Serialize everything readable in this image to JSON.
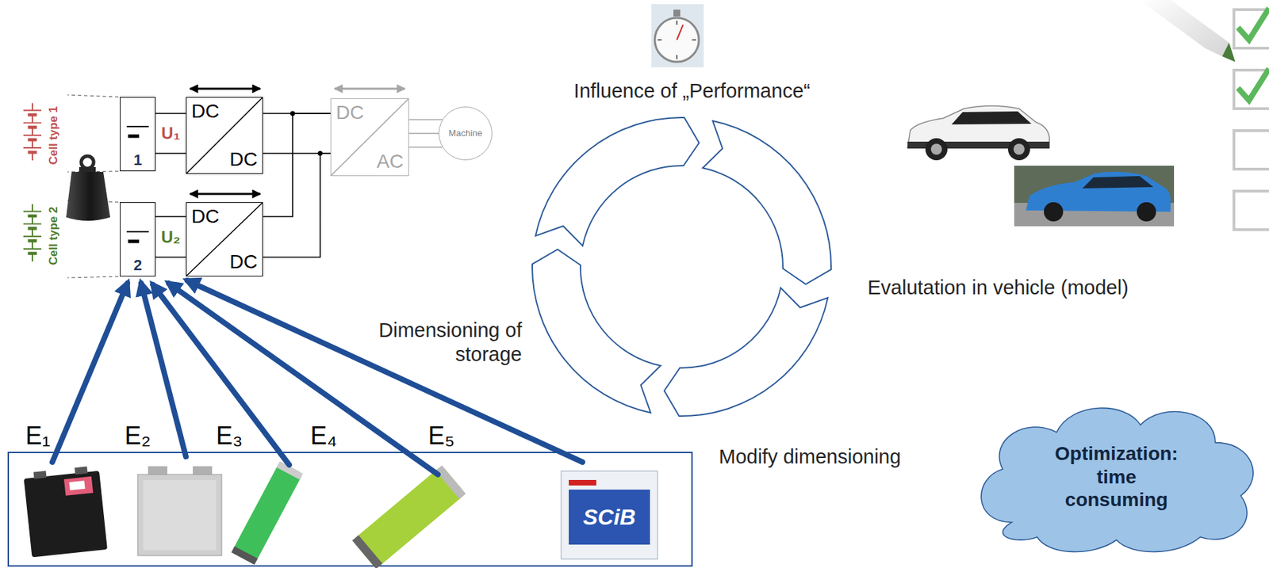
{
  "diagram": {
    "nodes": [
      {
        "text": [
          "1"
        ]
      },
      {
        "text": [
          "DC",
          "DC"
        ]
      },
      {
        "text": [
          "DC",
          "AC"
        ]
      },
      {
        "text": [
          "Machine"
        ]
      },
      {
        "text": [
          "2"
        ]
      },
      {
        "text": [
          "DC",
          "DC"
        ]
      },
      {
        "text": [
          "Optimization: time consuming"
        ]
      }
    ],
    "edges": [
      {
        "from": 0,
        "to": 1,
        "arrow": "none"
      },
      {
        "from": 1,
        "to": 2,
        "arrow": "none"
      },
      {
        "from": 4,
        "to": 5,
        "arrow": "none"
      },
      {
        "from": 5,
        "to": 2,
        "arrow": "none"
      },
      {
        "from": 2,
        "to": 3,
        "arrow": "none"
      }
    ],
    "labels": [
      "Cell type 1",
      "U₁",
      "Cell type 2",
      "U₂",
      "Influence of „Performance“",
      "Dimensioning of storage",
      "Evalutation in vehicle (model)",
      "Modify dimensioning",
      "E₁",
      "E₂",
      "E₃",
      "E₄",
      "E₅",
      "SCiB"
    ]
  }
}
